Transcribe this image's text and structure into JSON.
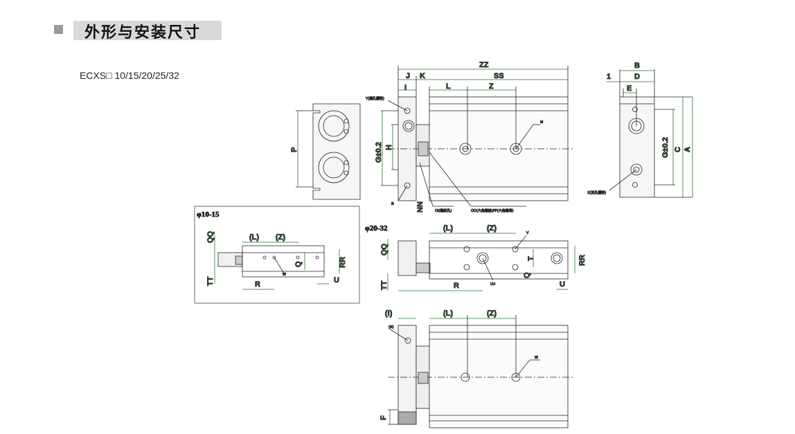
{
  "header": {
    "title": "外形与安装尺寸"
  },
  "model": "ECXS□ 10/15/20/25/32",
  "labels": {
    "ZZ": "ZZ",
    "SS": "SS",
    "J": "J",
    "K": "K",
    "I": "I",
    "L": "L",
    "Z": "Z",
    "B": "B",
    "D": "D",
    "E": "E",
    "one": "1",
    "P": "P",
    "G": "G±0.2",
    "H": "H",
    "C": "C",
    "A": "A",
    "M": "M",
    "N": "N",
    "NN": "NN",
    "X": "X(沉孔槽径)",
    "Y": "Y(通孔槽径)",
    "OI": "OI(螺纹孔)",
    "OO": "OO(六角螺栓)PP(六角螺母)",
    "variant_a": "φ10-15",
    "variant_b": "φ20-32",
    "pL": "(L)",
    "pZ": "(Z)",
    "QQ": "QQ",
    "TT": "TT",
    "R": "R",
    "Q": "Q",
    "U": "U",
    "RR": "RR",
    "T": "T",
    "V": "V",
    "W": "W",
    "UU": "UU",
    "pI": "(I)",
    "pN": "(N)",
    "F": "F"
  }
}
